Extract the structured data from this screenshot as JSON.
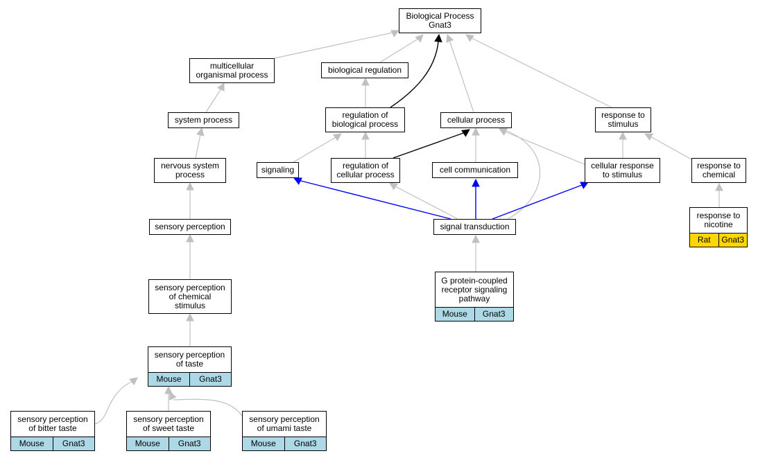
{
  "colors": {
    "is_a_edge": "#c0c0c0",
    "regulates_edge": "#000000",
    "part_of_edge": "#0000ff",
    "mouse_annotation": "#add8e6",
    "rat_annotation": "#ffd700"
  },
  "nodes": {
    "root": {
      "label": "Biological Process\nGnat3"
    },
    "multicellular_organismal_process": {
      "label": "multicellular\norganismal process"
    },
    "biological_regulation": {
      "label": "biological regulation"
    },
    "system_process": {
      "label": "system process"
    },
    "regulation_of_biological_process": {
      "label": "regulation of\nbiological process"
    },
    "cellular_process": {
      "label": "cellular process"
    },
    "response_to_stimulus": {
      "label": "response to\nstimulus"
    },
    "nervous_system_process": {
      "label": "nervous system\nprocess"
    },
    "signaling": {
      "label": "signaling"
    },
    "regulation_of_cellular_process": {
      "label": "regulation of\ncellular process"
    },
    "cell_communication": {
      "label": "cell communication"
    },
    "cellular_response_to_stimulus": {
      "label": "cellular response\nto stimulus"
    },
    "response_to_chemical": {
      "label": "response to\nchemical"
    },
    "sensory_perception": {
      "label": "sensory perception"
    },
    "signal_transduction": {
      "label": "signal transduction"
    },
    "response_to_nicotine": {
      "label": "response to\nnicotine",
      "species": "Rat",
      "gene": "Gnat3"
    },
    "sensory_perception_of_chemical_stimulus": {
      "label": "sensory perception\nof chemical\nstimulus"
    },
    "gpcr_signaling_pathway": {
      "label": "G protein-coupled\nreceptor signaling\npathway",
      "species": "Mouse",
      "gene": "Gnat3"
    },
    "sensory_perception_of_taste": {
      "label": "sensory perception\nof taste",
      "species": "Mouse",
      "gene": "Gnat3"
    },
    "sensory_perception_of_bitter_taste": {
      "label": "sensory perception\nof bitter taste",
      "species": "Mouse",
      "gene": "Gnat3"
    },
    "sensory_perception_of_sweet_taste": {
      "label": "sensory perception\nof sweet taste",
      "species": "Mouse",
      "gene": "Gnat3"
    },
    "sensory_perception_of_umami_taste": {
      "label": "sensory perception\nof umami taste",
      "species": "Mouse",
      "gene": "Gnat3"
    }
  },
  "edges": [
    {
      "from": "multicellular_organismal_process",
      "to": "root",
      "type": "is_a"
    },
    {
      "from": "biological_regulation",
      "to": "root",
      "type": "is_a"
    },
    {
      "from": "regulation_of_biological_process",
      "to": "root",
      "type": "regulates"
    },
    {
      "from": "cellular_process",
      "to": "root",
      "type": "is_a"
    },
    {
      "from": "response_to_stimulus",
      "to": "root",
      "type": "is_a"
    },
    {
      "from": "system_process",
      "to": "multicellular_organismal_process",
      "type": "is_a"
    },
    {
      "from": "regulation_of_biological_process",
      "to": "biological_regulation",
      "type": "is_a"
    },
    {
      "from": "nervous_system_process",
      "to": "system_process",
      "type": "is_a"
    },
    {
      "from": "signaling",
      "to": "regulation_of_biological_process",
      "type": "is_a"
    },
    {
      "from": "regulation_of_cellular_process",
      "to": "regulation_of_biological_process",
      "type": "is_a"
    },
    {
      "from": "regulation_of_cellular_process",
      "to": "cellular_process",
      "type": "regulates"
    },
    {
      "from": "cell_communication",
      "to": "cellular_process",
      "type": "is_a"
    },
    {
      "from": "cellular_response_to_stimulus",
      "to": "cellular_process",
      "type": "is_a"
    },
    {
      "from": "signal_transduction",
      "to": "cellular_process",
      "type": "is_a"
    },
    {
      "from": "cellular_response_to_stimulus",
      "to": "response_to_stimulus",
      "type": "is_a"
    },
    {
      "from": "response_to_chemical",
      "to": "response_to_stimulus",
      "type": "is_a"
    },
    {
      "from": "sensory_perception",
      "to": "nervous_system_process",
      "type": "is_a"
    },
    {
      "from": "signal_transduction",
      "to": "signaling",
      "type": "part_of"
    },
    {
      "from": "signal_transduction",
      "to": "regulation_of_cellular_process",
      "type": "is_a"
    },
    {
      "from": "signal_transduction",
      "to": "cell_communication",
      "type": "part_of"
    },
    {
      "from": "signal_transduction",
      "to": "cellular_response_to_stimulus",
      "type": "part_of"
    },
    {
      "from": "response_to_nicotine",
      "to": "response_to_chemical",
      "type": "is_a"
    },
    {
      "from": "sensory_perception_of_chemical_stimulus",
      "to": "sensory_perception",
      "type": "is_a"
    },
    {
      "from": "gpcr_signaling_pathway",
      "to": "signal_transduction",
      "type": "is_a"
    },
    {
      "from": "sensory_perception_of_taste",
      "to": "sensory_perception_of_chemical_stimulus",
      "type": "is_a"
    },
    {
      "from": "sensory_perception_of_bitter_taste",
      "to": "sensory_perception_of_taste",
      "type": "is_a"
    },
    {
      "from": "sensory_perception_of_sweet_taste",
      "to": "sensory_perception_of_taste",
      "type": "is_a"
    },
    {
      "from": "sensory_perception_of_umami_taste",
      "to": "sensory_perception_of_taste",
      "type": "is_a"
    }
  ]
}
